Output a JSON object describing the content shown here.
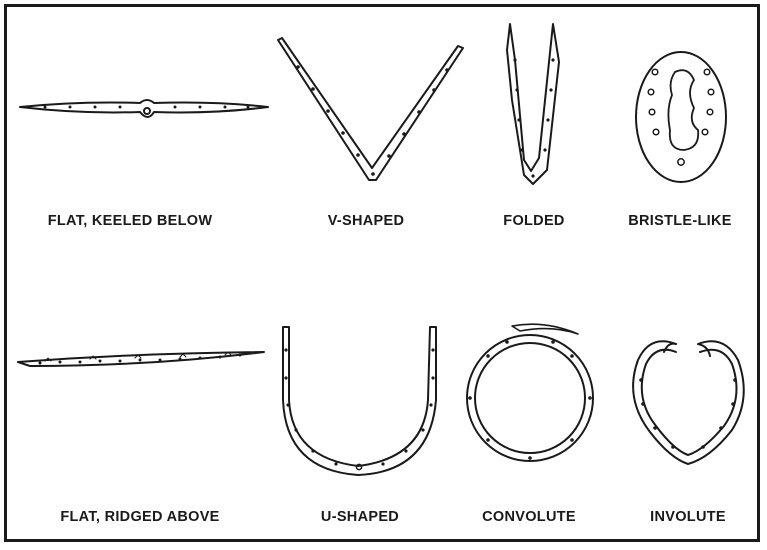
{
  "figure": {
    "shapes": [
      {
        "id": "flat-keeled-below",
        "label": "FLAT, KEELED BELOW"
      },
      {
        "id": "v-shaped",
        "label": "V-SHAPED"
      },
      {
        "id": "folded",
        "label": "FOLDED"
      },
      {
        "id": "bristle-like",
        "label": "BRISTLE-LIKE"
      },
      {
        "id": "flat-ridged-above",
        "label": "FLAT, RIDGED ABOVE"
      },
      {
        "id": "u-shaped",
        "label": "U-SHAPED"
      },
      {
        "id": "convolute",
        "label": "CONVOLUTE"
      },
      {
        "id": "involute",
        "label": "INVOLUTE"
      }
    ]
  },
  "colors": {
    "ink": "#1a1a1a",
    "background": "#ffffff"
  }
}
